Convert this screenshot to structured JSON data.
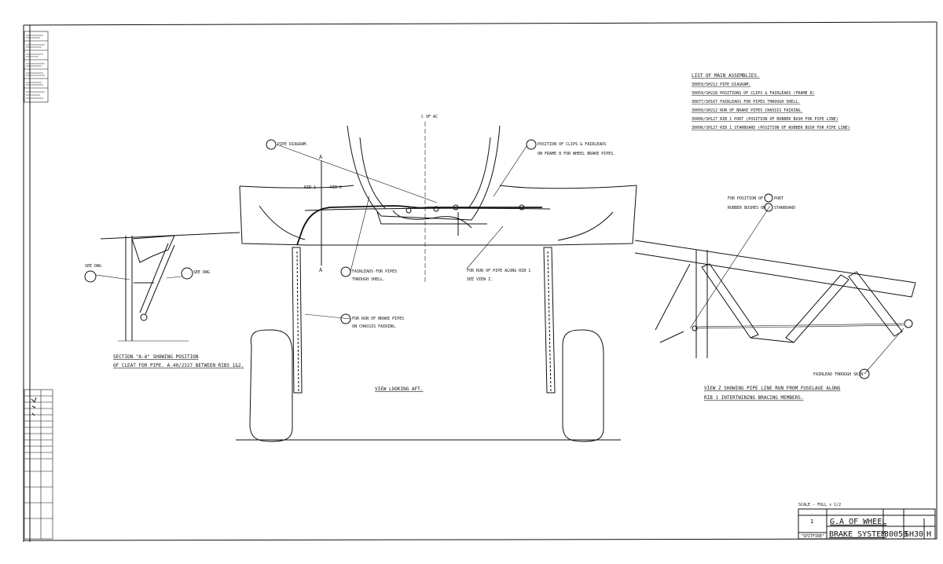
{
  "title_block": {
    "title_line1": "G.A OF WHEEL",
    "title_line2": "BRAKE SYSTEM",
    "drawing_number": "30059",
    "sheet": "SH30",
    "issue": "H",
    "project": "\"SPITFIRE\"",
    "scale": "SCALE - FULL x 1/2"
  },
  "assemblies": {
    "heading": "LIST OF MAIN ASSEMBLIES.",
    "items": [
      "30059/SH212 PIPE DIAGRAM.",
      "30059/SH228 POSITIONS OF CLIPS & FAIRLEADS (FRAME 8)",
      "30077/SH167 FAIRLEADS FOR PIPES THROUGH SHELL.",
      "30050/SH212 RUN OF BRAKE PIPES CHASSIS FAIRING.",
      "30006/SH127 RIB 1 PORT (POSITION OF RUBBER BUSH FOR PIPE LINE)",
      "30006/SH127 RIB 1 STARBOARD (POSITION OF RUBBER BUSH FOR PIPE LINE)"
    ]
  },
  "views": {
    "main": "VIEW LOOKING AFT.",
    "section_line1": "SECTION \"A-A\" SHOWING POSITION",
    "section_line2": "OF CLEAT FOR PIPE. A.40/2327 BETWEEN RIBS 1&2.",
    "z_line1": "VIEW Z SHOWING PIPE LINE RUN FROM FUSELAGE ALONG",
    "z_line2": "RIB 1 INTERTWINING BRACING MEMBERS."
  },
  "callouts": {
    "pipe_diagram": "PIPE DIAGRAM.",
    "clips_1": "POSITION OF CLIPS & FAIRLEADS",
    "clips_2": "ON FRAME 8 FOR WHEEL BRAKE PIPES.",
    "fairlead_1": "FAIRLEADS FOR PIPES",
    "fairlead_2": "THROUGH SHELL.",
    "run_rib_1": "FOR RUN OF PIPE ALONG RIB 1",
    "run_rib_2": "SEE VIEW Z.",
    "chassis_1": "FOR RUN OF BRAKE PIPES",
    "chassis_2": "ON CHASSIS FAIRING.",
    "bush_1": "FOR POSITION OF",
    "bush_2": "RUBBER BUSHES ON",
    "bush_port": "PORT",
    "bush_stbd": "STARBOARD",
    "fairlead_skin": "FAIRLEAD THROUGH SKIN",
    "centre_line": "C OF AC",
    "section_mark": "A",
    "rib1": "RIB 1",
    "rib2": "RIB 2",
    "cleat": "SEE DWG",
    "cleat_b": "SEE DWG"
  }
}
